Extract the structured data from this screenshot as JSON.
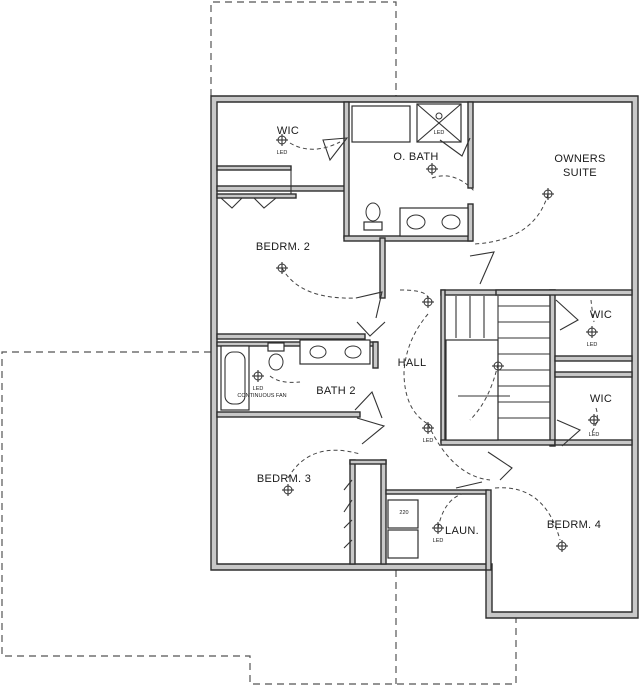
{
  "rooms": {
    "wic_top": "WIC",
    "o_bath": "O. BATH",
    "owners_suite_line1": "OWNERS",
    "owners_suite_line2": "SUITE",
    "bedrm2": "BEDRM. 2",
    "wic_right_upper": "WIC",
    "hall": "HALL",
    "bath2": "BATH 2",
    "wic_right_lower": "WIC",
    "bedrm3": "BEDRM. 3",
    "laun": "LAUN.",
    "bedrm4": "BEDRM. 4"
  },
  "fixtures": {
    "led": "LED",
    "continuous_fan": "CONTINUOUS FAN",
    "dryer_220": "220"
  },
  "icons": [
    "ceiling-light-icon",
    "recessed-led-icon",
    "toilet-icon",
    "sink-icon",
    "bathtub-icon",
    "shower-icon",
    "door-swing-icon",
    "stair-icon"
  ]
}
